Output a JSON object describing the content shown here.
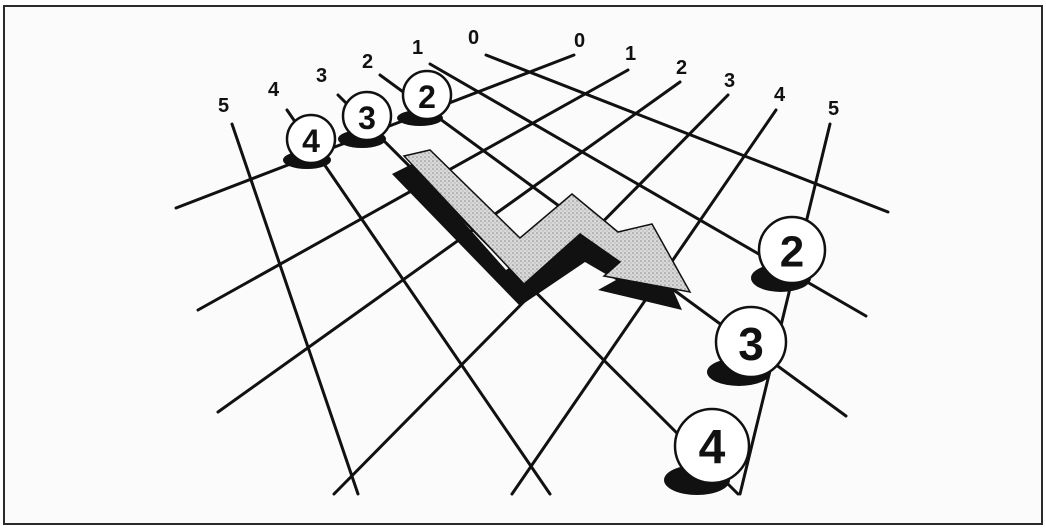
{
  "left_labels": [
    "5",
    "4",
    "3",
    "2",
    "1",
    "0"
  ],
  "right_labels": [
    "0",
    "1",
    "2",
    "3",
    "4",
    "5"
  ],
  "left_stones": [
    "4",
    "3",
    "2"
  ],
  "right_stones": [
    "2",
    "3",
    "4"
  ]
}
